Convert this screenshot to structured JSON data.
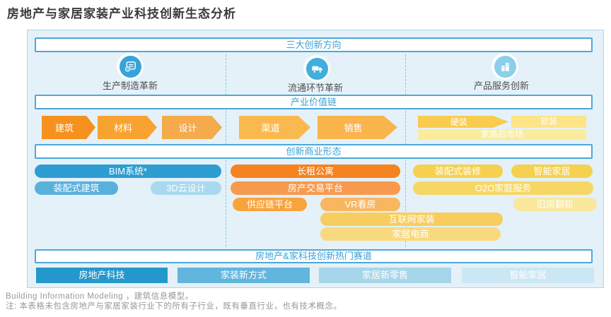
{
  "title": "房地产与家居家装产业科技创新生态分析",
  "directions": {
    "header": "三大创新方向",
    "items": [
      {
        "label": "生产制造革新",
        "icon": "document-gear-icon"
      },
      {
        "label": "流通环节革新",
        "icon": "delivery-truck-icon"
      },
      {
        "label": "产品服务创新",
        "icon": "buildings-icon"
      }
    ]
  },
  "value_chain": {
    "header": "产业价值链",
    "construction": [
      "建筑",
      "材料",
      "设计"
    ],
    "circulation": [
      "渠道",
      "销售"
    ],
    "decoration": [
      "硬装",
      "软装"
    ],
    "aftermarket": "家装后市场"
  },
  "business_models": {
    "header": "创新商业形态",
    "production": [
      "BIM系统*",
      "装配式建筑",
      "3D云设计"
    ],
    "circulation": [
      "长租公寓",
      "房产交易平台",
      "供应链平台",
      "VR看房",
      "互联网家装",
      "家居电商"
    ],
    "service": [
      "装配式装修",
      "智能家居",
      "O2O家庭服务",
      "旧房翻新"
    ]
  },
  "hot_tracks": {
    "header": "房地产&家科技创新热门赛道",
    "items": [
      "房地产科技",
      "家装新方式",
      "家居新零售",
      "智能家居"
    ]
  },
  "footnotes": [
    "Building Information Modeling ，建筑信息模型。",
    "注: 本表格未包含房地产与家居家装行业下的所有子行业，既有垂直行业，也有技术概念。"
  ],
  "colors": {
    "accent_blue": "#2e9ed3",
    "panel_bg": "#e4f1f9",
    "bar_border_blue": "#4da8d8",
    "strong_orange": "#f5831f",
    "orange": "#f8a331",
    "yellow": "#f5d14f",
    "pale_yellow": "#f9e79b",
    "light_blue_pill": "#a9d9ee"
  }
}
